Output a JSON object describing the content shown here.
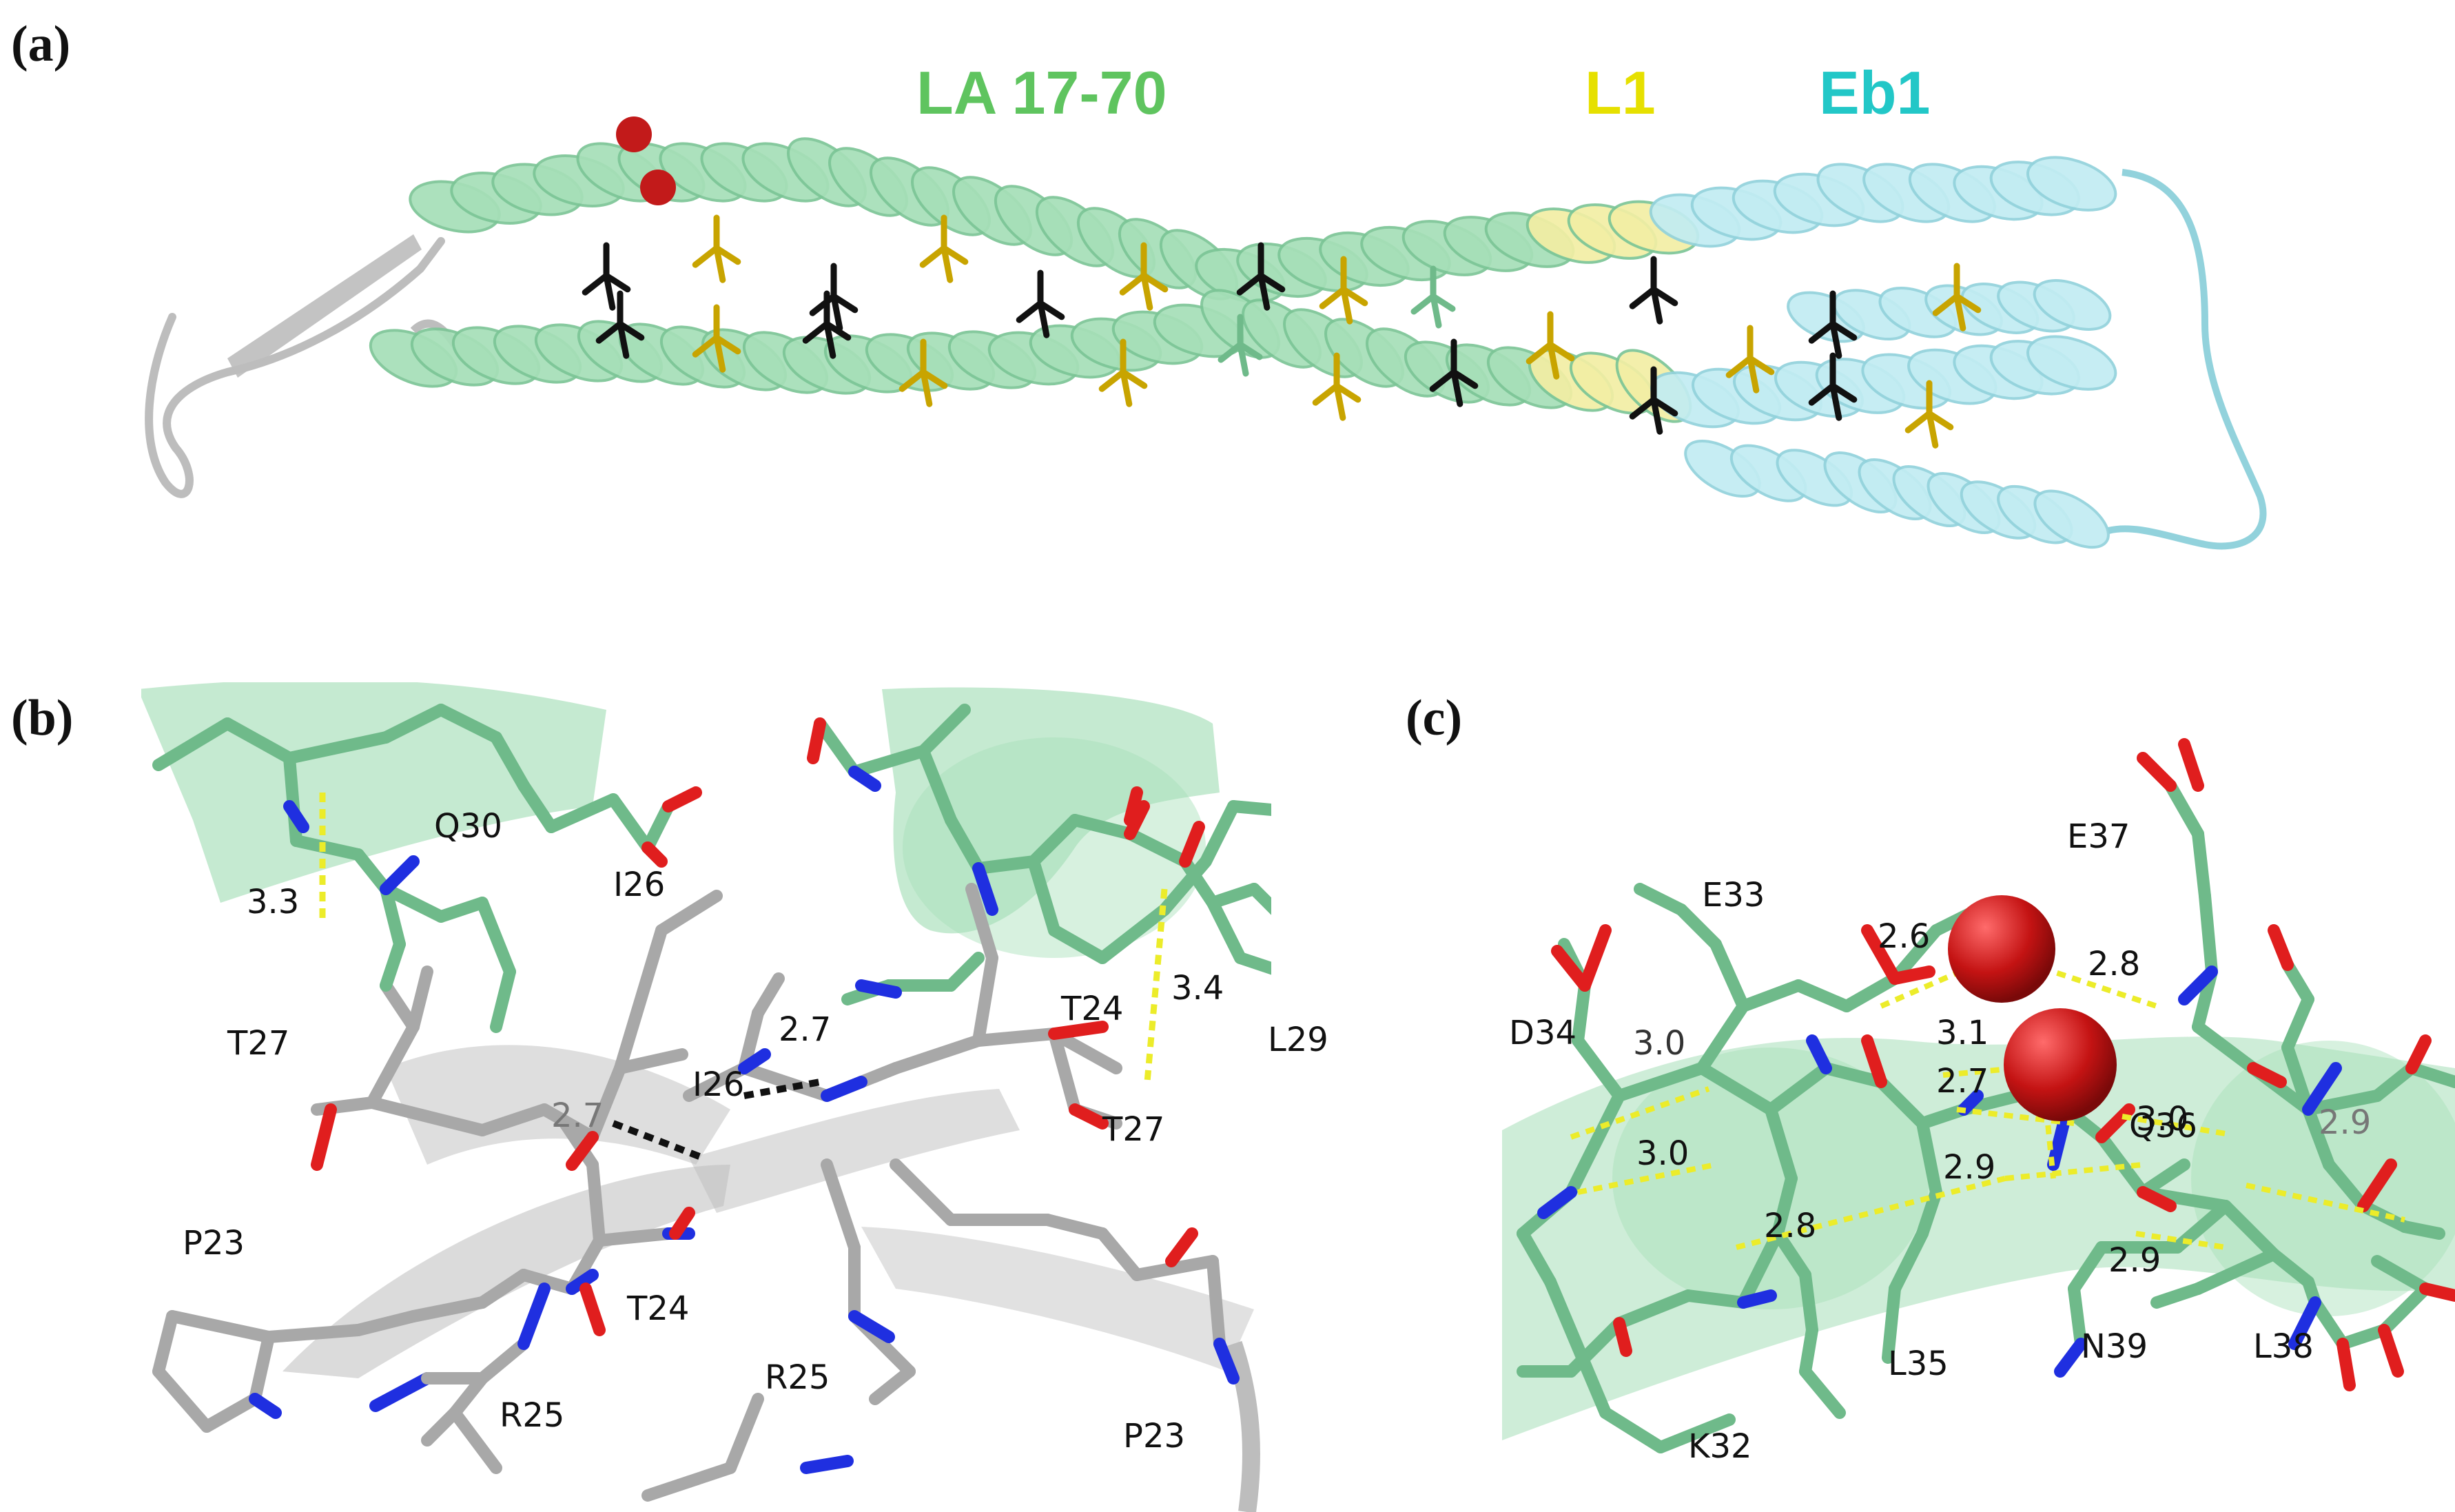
{
  "panels": {
    "a": {
      "label": "(a)"
    },
    "b": {
      "label": "(b)"
    },
    "c": {
      "label": "(c)"
    }
  },
  "legend": {
    "la": {
      "text": "LA 17-70",
      "color": "#5fc45f"
    },
    "l1": {
      "text": "L1",
      "color": "#e6e000"
    },
    "eb1": {
      "text": "Eb1",
      "color": "#22c7c7"
    }
  },
  "colors": {
    "helix_green": "#a6dfb8",
    "helix_green_edge": "#7cc596",
    "helix_yellow": "#f2eea4",
    "helix_cyan": "#c2ecf2",
    "helix_cyan_edge": "#92d2dc",
    "loop_gray": "#bdbdbd",
    "stick_black": "#111111",
    "stick_gold": "#c8a400",
    "stick_green": "#6fba8a",
    "stick_gray": "#a8a8a8",
    "oxygen": "#e01e1e",
    "nitrogen": "#1f2fe0",
    "water": "#c21a1a",
    "hbond": "#ecec2a"
  },
  "panel_b": {
    "residues": [
      "Q30",
      "I26",
      "I26",
      "T24",
      "L29",
      "T27",
      "T27",
      "P23",
      "T24",
      "R25",
      "R25",
      "P23"
    ],
    "distances": [
      "3.3",
      "2.7",
      "2.7",
      "3.4"
    ]
  },
  "panel_c": {
    "residues": [
      "E33",
      "E37",
      "D34",
      "Q36",
      "K32",
      "L35",
      "N39",
      "L38"
    ],
    "distances": [
      "2.6",
      "2.8",
      "3.0",
      "3.1",
      "2.7",
      "3.0",
      "3.0",
      "2.9",
      "2.9",
      "2.8",
      "2.9"
    ]
  }
}
